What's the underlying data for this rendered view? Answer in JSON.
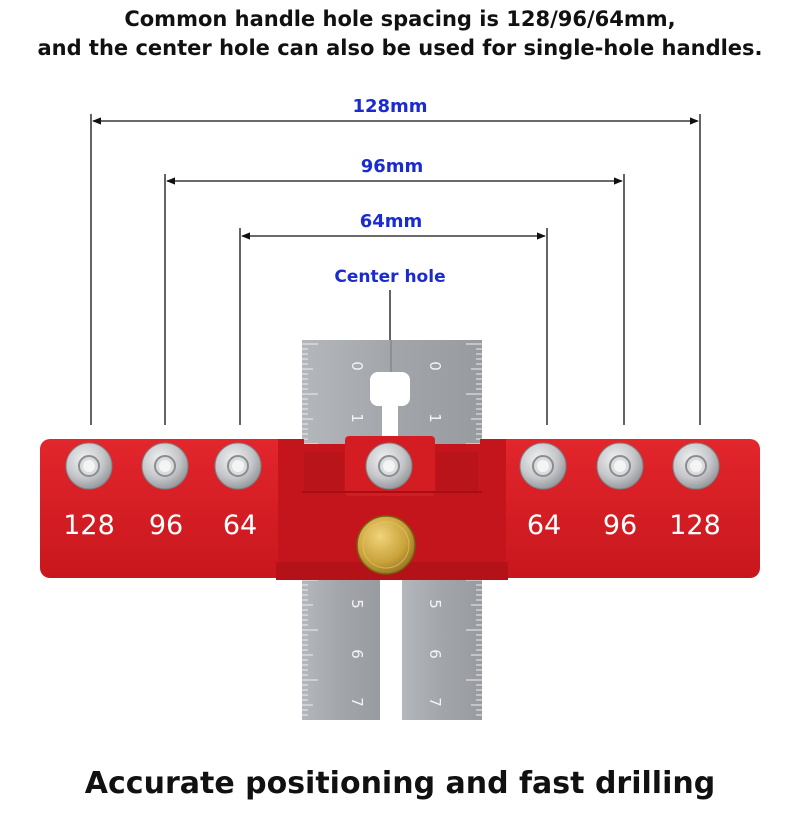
{
  "header": {
    "line1": "Common handle hole spacing is 128/96/64mm,",
    "line2": "and the center hole can also be used for single-hole handles."
  },
  "dimensions": {
    "d128": "128mm",
    "d96": "96mm",
    "d64": "64mm",
    "center": "Center hole"
  },
  "holes": {
    "left": [
      "128",
      "96",
      "64"
    ],
    "right": [
      "64",
      "96",
      "128"
    ]
  },
  "ruler": {
    "upper": [
      "0",
      "1"
    ],
    "lower": [
      "5",
      "6",
      "7"
    ]
  },
  "footer": {
    "text": "Accurate positioning and fast drilling"
  },
  "colors": {
    "body": "#d91f26",
    "ruler": "#a6a9ae",
    "knob": "#c9a23a",
    "dimension_text": "#1a2bd0"
  }
}
